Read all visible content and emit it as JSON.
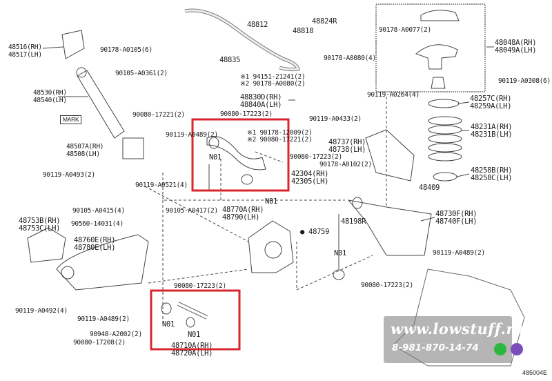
{
  "diagram_code": "485004E",
  "labels": {
    "l48516": [
      "48516(RH)",
      "48517(LH)"
    ],
    "l90178a0105": "90178-A0105(6)",
    "l90105a0361": "90105-A0361(2)",
    "l48530": [
      "48530(RH)",
      "48540(LH)"
    ],
    "mark": "MARK",
    "l90080_17221": "90080-17221(2)",
    "l90119a0489_top": "90119-A0489(2)",
    "l48507": [
      "48507A(RH)",
      "48508(LH)"
    ],
    "l90119a0493": "90119-A0493(2)",
    "l90119a0521": "90119-A0521(4)",
    "l48812": "48812",
    "l48818": "48818",
    "l48824r": "48824R",
    "l90178a0080_4": "90178-A0080(4)",
    "l48835": "48835",
    "note1a": "※1 94151-21241(2)",
    "note2a": "※2 90178-A0080(2)",
    "l48830": [
      "48830D(RH)",
      "48840A(LH)"
    ],
    "l90080_17223_a": "90080-17223(2)",
    "l90119a0433": "90119-A0433(2)",
    "note1b": "※1 90178-12009(2)",
    "note2b": "※2 90080-17221(2)",
    "n01": "N01",
    "l90080_17223_b": "90080-17223(2)",
    "l48737": [
      "48737(RH)",
      "48738(LH)"
    ],
    "l90178a0102": "90178-A0102(2)",
    "l42304": [
      "42304(RH)",
      "42305(LH)"
    ],
    "l90178a0077": "90178-A0077(2)",
    "l48048": [
      "48048A(RH)",
      "48049A(LH)"
    ],
    "l90119a0308": "90119-A0308(6)",
    "l90119a0264": "90119-A0264(4)",
    "l48257": [
      "48257C(RH)",
      "48259A(LH)"
    ],
    "l48231": [
      "48231A(RH)",
      "48231B(LH)"
    ],
    "l48258": [
      "48258B(RH)",
      "48258C(LH)"
    ],
    "l48409": "48409",
    "l90105a0415": "90105-A0415(4)",
    "l90560_14031": "90560-14031(4)",
    "l48753": [
      "48753B(RH)",
      "48753C(LH)"
    ],
    "l48760": [
      "48760E(RH)",
      "48780E(LH)"
    ],
    "l90105a0417": "90105-A0417(2)",
    "l48770": [
      "48770A(RH)",
      "48790(LH)"
    ],
    "l48759": "● 48759",
    "l48198r": "48198R",
    "l48730": [
      "48730F(RH)",
      "48740F(LH)"
    ],
    "l90119a0489_right": "90119-A0489(2)",
    "l90080_17223_c": "90080-17223(2)",
    "l90080_17223_d": "90080-17223(2)",
    "l90119a0492": "90119-A0492(4)",
    "l90119a0489_low": "90119-A0489(2)",
    "l90948a2002": "90948-A2002(2)",
    "l90080_17208": "90080-17208(2)",
    "l48710": [
      "48710A(RH)",
      "48720A(LH)"
    ]
  },
  "watermark": {
    "site": "www.lowstuff.ru",
    "phone": "8-981-870-14-74",
    "icons": [
      "whatsapp-icon",
      "viber-icon"
    ],
    "whatsapp_color": "#2bb741",
    "viber_color": "#7d4dbb"
  },
  "colors": {
    "highlight": "#d9262e",
    "line": "#333333"
  }
}
